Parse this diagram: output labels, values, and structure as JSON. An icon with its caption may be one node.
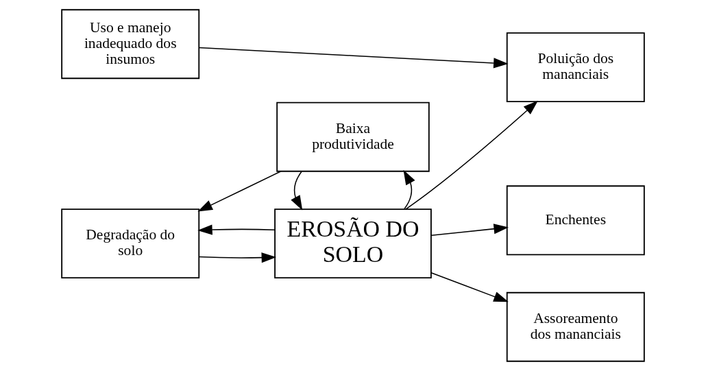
{
  "diagram": {
    "nodes": [
      {
        "text": [
          "Uso e manejo inadequado dos insumos"
        ]
      },
      {
        "text": [
          "Poluição dos mananciais"
        ]
      },
      {
        "text": [
          "Degradação do solo"
        ]
      },
      {
        "text": [
          "EROSÃO DO SOLO"
        ]
      },
      {
        "text": [
          "Enchentes"
        ]
      },
      {
        "text": [
          "Baixa produtividade"
        ]
      },
      {
        "text": [
          "Assoreamento dos mananciais"
        ]
      }
    ],
    "edges": [
      {
        "from": 0,
        "to": 1,
        "arrow": "to"
      },
      {
        "from": 3,
        "to": 1,
        "arrow": "to"
      },
      {
        "from": 2,
        "to": 3,
        "arrow": "to"
      },
      {
        "from": 3,
        "to": 2,
        "arrow": "to"
      },
      {
        "from": 3,
        "to": 4,
        "arrow": "to"
      },
      {
        "from": 3,
        "to": 5,
        "arrow": "to"
      },
      {
        "from": 5,
        "to": 3,
        "arrow": "to"
      },
      {
        "from": 5,
        "to": 2,
        "arrow": "to"
      },
      {
        "from": 3,
        "to": 6,
        "arrow": "to"
      }
    ]
  }
}
